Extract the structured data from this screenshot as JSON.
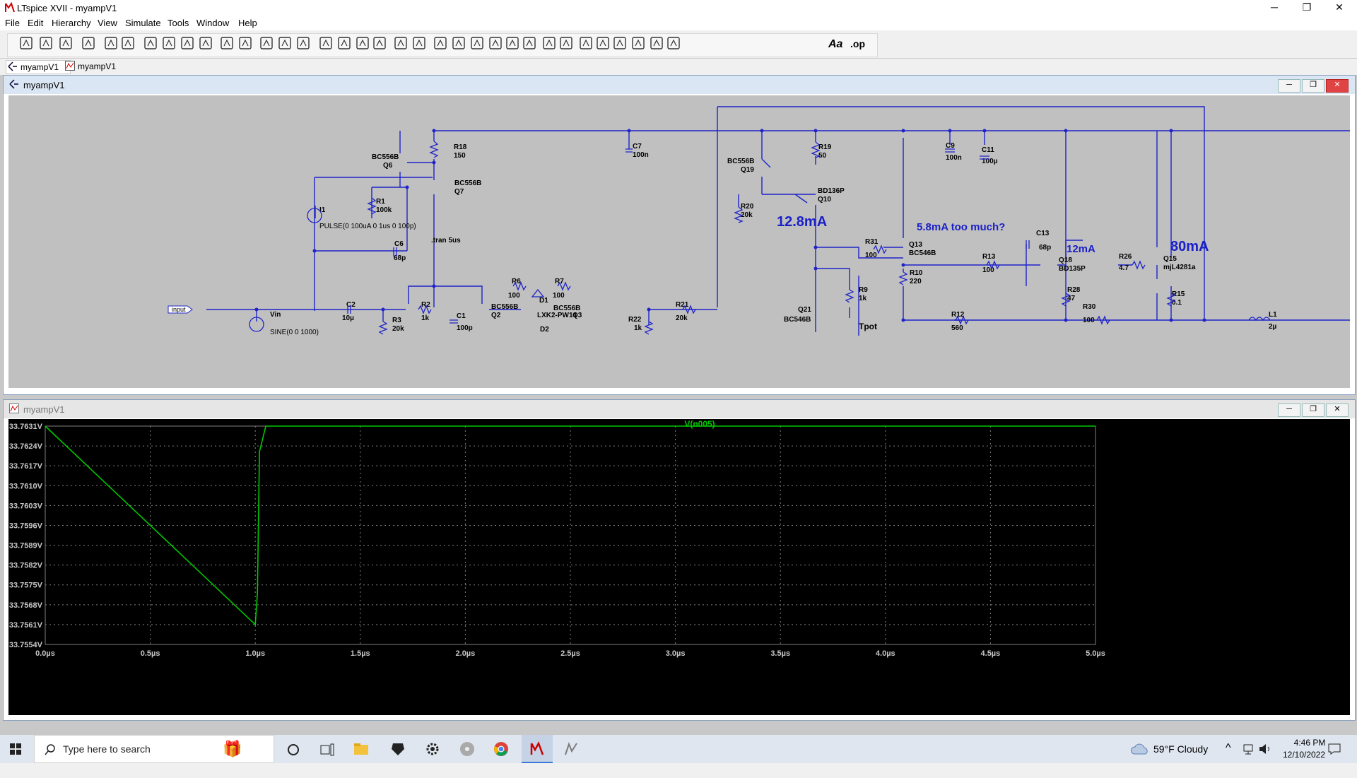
{
  "window": {
    "title": "LTspice XVII - myampV1",
    "minimize_glyph": "─",
    "maximize_glyph": "❐",
    "close_glyph": "✕"
  },
  "menu": [
    "File",
    "Edit",
    "Hierarchy",
    "View",
    "Simulate",
    "Tools",
    "Window",
    "Help"
  ],
  "toolbar": {
    "icons": [
      "run-icon",
      "open-icon",
      "save-icon",
      "control-panel-icon",
      "halt-icon",
      "pan-icon",
      "zoom-in-icon",
      "zoom-back-icon",
      "zoom-out-icon",
      "zoom-extents-icon",
      "autorange-icon",
      "fft-icon",
      "tile-horizontal-icon",
      "cascade-icon",
      "tile-vertical-icon",
      "cut-icon",
      "copy-icon",
      "paste-icon",
      "find-icon",
      "print-icon",
      "print-preview-icon",
      "draw-wire-icon",
      "ground-icon",
      "label-net-icon",
      "resistor-icon",
      "capacitor-icon",
      "inductor-icon",
      "diode-icon",
      "component-icon",
      "move-icon",
      "drag-icon",
      "undo-icon",
      "redo-icon",
      "rotate-icon",
      "mirror-icon",
      "text-icon",
      "spice-directive-icon"
    ],
    "text_button": "Aa",
    "op_button": ".op"
  },
  "tabs": [
    {
      "label": "myampV1",
      "icon": "schematic-icon"
    },
    {
      "label": "myampV1",
      "icon": "waveform-icon"
    }
  ],
  "schematic_window": {
    "title": "myampV1",
    "annotations": {
      "a1": "12.8mA",
      "a2": "5.8mA too much?",
      "a3": "12mA",
      "a4": "80mA"
    },
    "labels": {
      "q6": [
        "BC556B",
        "Q6"
      ],
      "q7": [
        "BC556B",
        "Q7"
      ],
      "r18": [
        "R18",
        "150"
      ],
      "c7": [
        "C7",
        "100n"
      ],
      "r1": [
        "R1",
        "100k"
      ],
      "i1": "I1",
      "pulse": "PULSE(0 100uA 0 1us 0 100p)",
      "c6": [
        "C6",
        "68p"
      ],
      "tran": ".tran 5us",
      "r6": [
        "R6",
        "100"
      ],
      "r7": [
        "R7",
        "100"
      ],
      "q2": [
        "BC556B",
        "Q2"
      ],
      "d1": "D1",
      "lxk": "LXK2-PW14",
      "q3": [
        "BC556B",
        "Q3"
      ],
      "d2": "D2",
      "input": "input",
      "vin": "Vin",
      "sine": "SINE(0 0 1000)",
      "c2": [
        "C2",
        "10µ"
      ],
      "r3": [
        "R3",
        "20k"
      ],
      "r2": [
        "R2",
        "1k"
      ],
      "c1": [
        "C1",
        "100p"
      ],
      "r22": [
        "R22",
        "1k"
      ],
      "r21": [
        "R21",
        "20k"
      ],
      "q19": [
        "BC556B",
        "Q19"
      ],
      "r19": [
        "R19",
        "50"
      ],
      "q10": [
        "BD136P",
        "Q10"
      ],
      "r20": [
        "R20",
        "20k"
      ],
      "c9": [
        "C9",
        "100n"
      ],
      "c11": [
        "C11",
        "100µ"
      ],
      "r31": [
        "R31",
        "100"
      ],
      "q13": [
        "Q13",
        "BC546B"
      ],
      "r10": [
        "R10",
        "220"
      ],
      "r9": [
        "R9",
        "1k"
      ],
      "q21": [
        "Q21",
        "BC546B"
      ],
      "tpot": "Tpot",
      "r12": [
        "R12",
        "560"
      ],
      "c13": [
        "C13",
        "68p"
      ],
      "r13": [
        "R13",
        "100"
      ],
      "q18": [
        "Q18",
        "BD135P"
      ],
      "r28": [
        "R28",
        "47"
      ],
      "r30": [
        "R30",
        "100"
      ],
      "r26": [
        "R26",
        "4.7"
      ],
      "q15": [
        "Q15",
        "mjL4281a"
      ],
      "r15": [
        "R15",
        "0.1"
      ],
      "l1": [
        "L1",
        "2µ"
      ]
    }
  },
  "waveform_window": {
    "title": "myampV1",
    "trace_name": "V(n005)",
    "trace_color": "#00c800",
    "y_ticks": [
      "33.7631V",
      "33.7624V",
      "33.7617V",
      "33.7610V",
      "33.7603V",
      "33.7596V",
      "33.7589V",
      "33.7582V",
      "33.7575V",
      "33.7568V",
      "33.7561V",
      "33.7554V"
    ],
    "x_ticks": [
      "0.0µs",
      "0.5µs",
      "1.0µs",
      "1.5µs",
      "2.0µs",
      "2.5µs",
      "3.0µs",
      "3.5µs",
      "4.0µs",
      "4.5µs",
      "5.0µs"
    ]
  },
  "chart_data": {
    "type": "line",
    "title": "V(n005)",
    "xlabel": "",
    "ylabel": "",
    "xlim": [
      0,
      5
    ],
    "ylim": [
      33.7554,
      33.7631
    ],
    "grid": true,
    "series": [
      {
        "name": "V(n005)",
        "color": "#00c800",
        "x": [
          0.0,
          1.0,
          1.01,
          1.02,
          1.05,
          1.1,
          5.0
        ],
        "y": [
          33.7631,
          33.7561,
          33.7572,
          33.7622,
          33.7631,
          33.7631,
          33.7631
        ]
      }
    ]
  },
  "taskbar": {
    "search_placeholder": "Type here to search",
    "weather": "59°F  Cloudy",
    "time": "4:46 PM",
    "date": "12/10/2022"
  }
}
